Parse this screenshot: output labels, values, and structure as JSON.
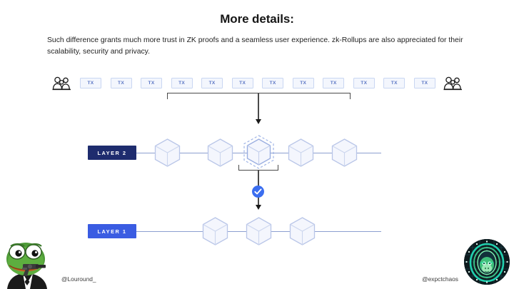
{
  "slide": {
    "title": "More details:",
    "body": "Such difference grants much more trust in ZK proofs and a seamless user experience. zk-Rollups are also appreciated for their scalability, security and privacy."
  },
  "tx_row": {
    "left_icon": "people-group-icon",
    "right_icon": "people-group-icon",
    "tx_label": "TX",
    "tx_count": 12,
    "boxes": [
      {
        "label": "TX"
      },
      {
        "label": "TX"
      },
      {
        "label": "TX"
      },
      {
        "label": "TX"
      },
      {
        "label": "TX"
      },
      {
        "label": "TX"
      },
      {
        "label": "TX"
      },
      {
        "label": "TX"
      },
      {
        "label": "TX"
      },
      {
        "label": "TX"
      },
      {
        "label": "TX"
      },
      {
        "label": "TX"
      }
    ]
  },
  "layers": {
    "layer2": {
      "badge_label": "LAYER 2",
      "badge_color": "#1e2c6e",
      "block_count": 5,
      "selected_index": 2
    },
    "layer1": {
      "badge_label": "LAYER 1",
      "badge_color": "#3a5ce2",
      "block_count": 3,
      "selected_index": -1
    }
  },
  "connectors": {
    "verify_icon": "check-circle-icon",
    "verify_color": "#3b6ef0"
  },
  "footer": {
    "left_handle": "@Louround_",
    "right_handle": "@expctchaos",
    "left_avatar": "pepe-frog-avatar",
    "right_avatar": "ape-circle-avatar"
  },
  "palette": {
    "tx_fill": "#f3f6fd",
    "tx_border": "#c9d6f2",
    "tx_text": "#5b76c4",
    "chain_line": "#8d9fd0",
    "hex_stroke": "#b9c6e8",
    "hex_fill": "#f4f6fd"
  }
}
